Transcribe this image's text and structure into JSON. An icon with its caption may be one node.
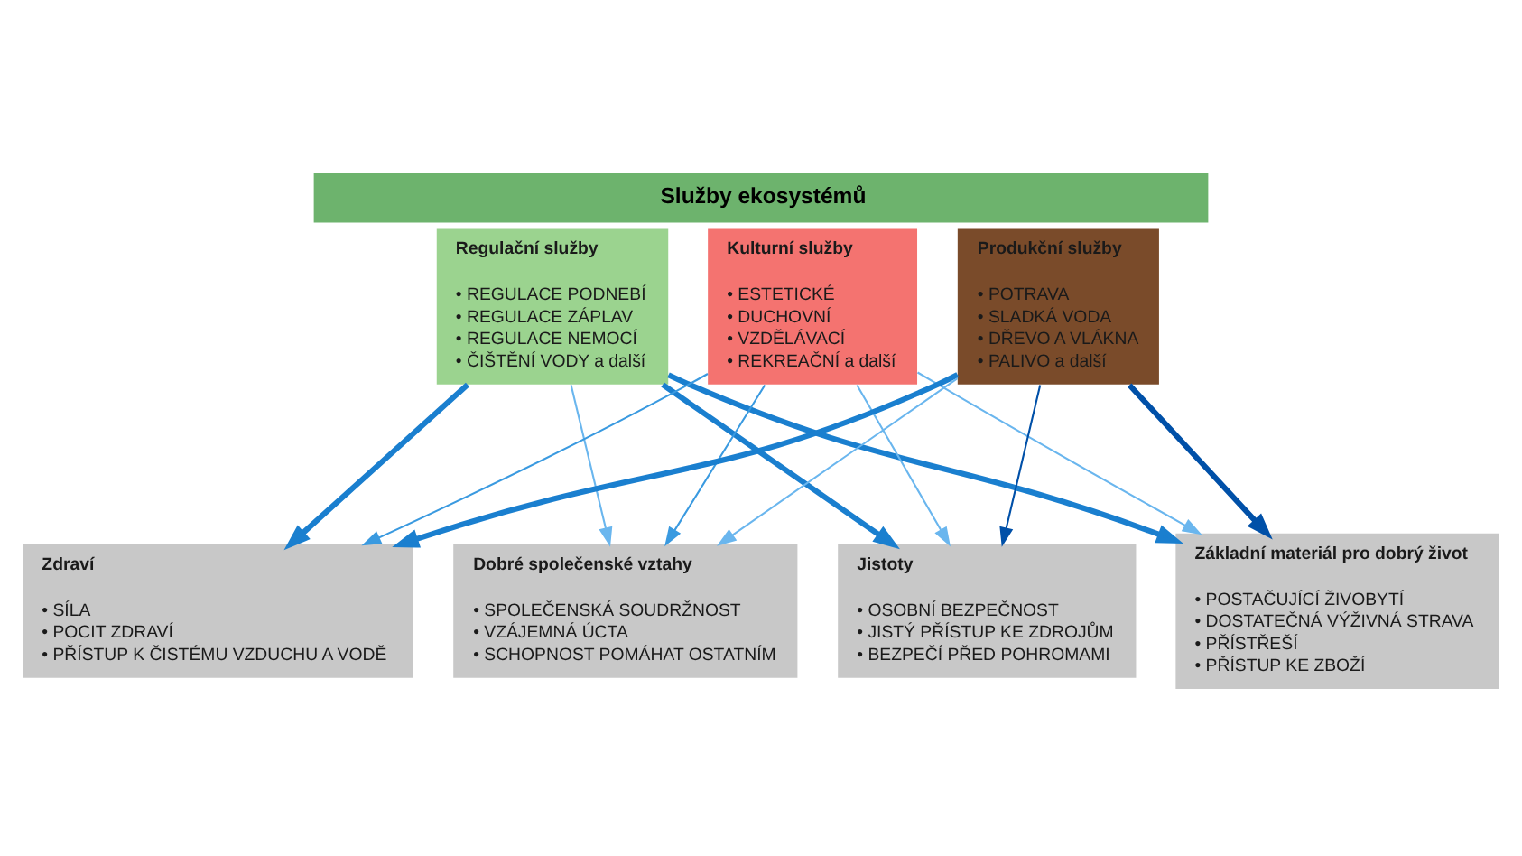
{
  "diagram": {
    "title": "Služby ekosystémů",
    "nodes": [
      {
        "text": [
          "Regulační služby",
          "• REGULACE PODNEBÍ",
          "• REGULACE ZÁPLAV",
          "• REGULACE NEMOCÍ",
          "• ČIŠTĚNÍ VODY a další"
        ]
      },
      {
        "text": [
          "Kulturní služby",
          "• ESTETICKÉ",
          "• DUCHOVNÍ",
          "• VZDĚLÁVACÍ",
          "• REKREAČNÍ a další"
        ]
      },
      {
        "text": [
          "Produkční služby",
          "• POTRAVA",
          "• SLADKÁ VODA",
          "• DŘEVO A VLÁKNA",
          "• PALIVO a další"
        ]
      },
      {
        "text": [
          "Jistoty",
          "• OSOBNÍ BEZPEČNOST",
          "• JISTÝ PŘÍSTUP KE ZDROJŮM",
          "• BEZPEČÍ PŘED POHROMAMI"
        ]
      },
      {
        "text": [
          "Základní materiál pro dobrý život",
          "• POSTAČUJÍCÍ ŽIVOBYTÍ",
          "• DOSTATEČNÁ VÝŽIVNÁ STRAVA",
          "• PŘÍSTŘEŠÍ",
          "• PŘÍSTUP KE ZBOŽÍ"
        ]
      },
      {
        "text": [
          "Zdraví",
          "• SÍLA",
          "• POCIT ZDRAVÍ",
          "• PŘÍSTUP K ČISTÉMU VZDUCHU A VODĚ"
        ]
      },
      {
        "text": [
          "Dobré společenské vztahy",
          "• SPOLEČENSKÁ SOUDRŽNOST",
          "• VZÁJEMNÁ ÚCTA",
          "• SCHOPNOST POMÁHAT OSTATNÍM"
        ]
      }
    ],
    "edges": [
      {
        "from": 0,
        "to": 3,
        "arrow": "to",
        "style": "thick",
        "color": "#1a7fcf"
      },
      {
        "from": 0,
        "to": 4,
        "arrow": "to",
        "style": "thick",
        "color": "#1a7fcf"
      },
      {
        "from": 0,
        "to": 5,
        "arrow": "to",
        "style": "thick",
        "color": "#1a7fcf"
      },
      {
        "from": 0,
        "to": 6,
        "arrow": "to"
      },
      {
        "from": 1,
        "to": 3,
        "arrow": "to"
      },
      {
        "from": 1,
        "to": 4,
        "arrow": "to"
      },
      {
        "from": 1,
        "to": 5,
        "arrow": "to",
        "color": "#3a9ae0"
      },
      {
        "from": 1,
        "to": 6,
        "arrow": "to",
        "color": "#3a9ae0"
      },
      {
        "from": 2,
        "to": 3,
        "arrow": "to",
        "color": "#0050a8"
      },
      {
        "from": 2,
        "to": 4,
        "arrow": "to",
        "style": "thick",
        "color": "#0050a8"
      },
      {
        "from": 2,
        "to": 5,
        "arrow": "to",
        "style": "thick",
        "color": "#1a7fcf"
      },
      {
        "from": 2,
        "to": 6,
        "arrow": "to"
      }
    ]
  }
}
